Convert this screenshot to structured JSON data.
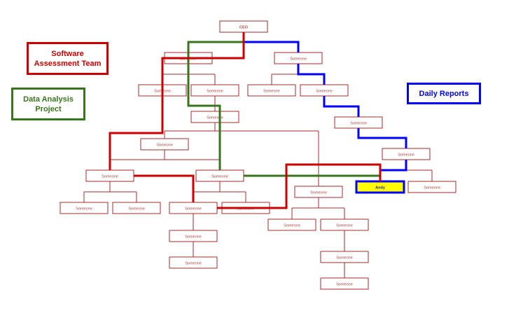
{
  "legend": {
    "software": {
      "label": "Software Assessment Team",
      "color": "#cc0000"
    },
    "data_analysis": {
      "label": "Data Analysis Project",
      "color": "#38761d"
    },
    "daily": {
      "label": "Daily Reports",
      "color": "#0000ff"
    }
  },
  "colors": {
    "node_border": "#a52a2a",
    "node_text": "#b04040",
    "highlight_fill": "#ffff00"
  },
  "nodes": {
    "ceo": "CEO",
    "n1": "Someone",
    "n2": "Someone",
    "a": "Someone",
    "b": "Someone",
    "c": "Someone",
    "d": "Someone",
    "e": "Someone",
    "f": "Someone",
    "g": "Someone",
    "h": "Someone",
    "i": "Someone",
    "j": "Someone",
    "andy": "Andy",
    "k": "Someone",
    "l": "Someone",
    "m": "Someone",
    "n": "Someone",
    "o": "Someone",
    "p": "Someone",
    "q": "Someone",
    "r": "Someone",
    "s": "Someone",
    "t": "Someone",
    "u": "Someone",
    "v": "Someone"
  }
}
